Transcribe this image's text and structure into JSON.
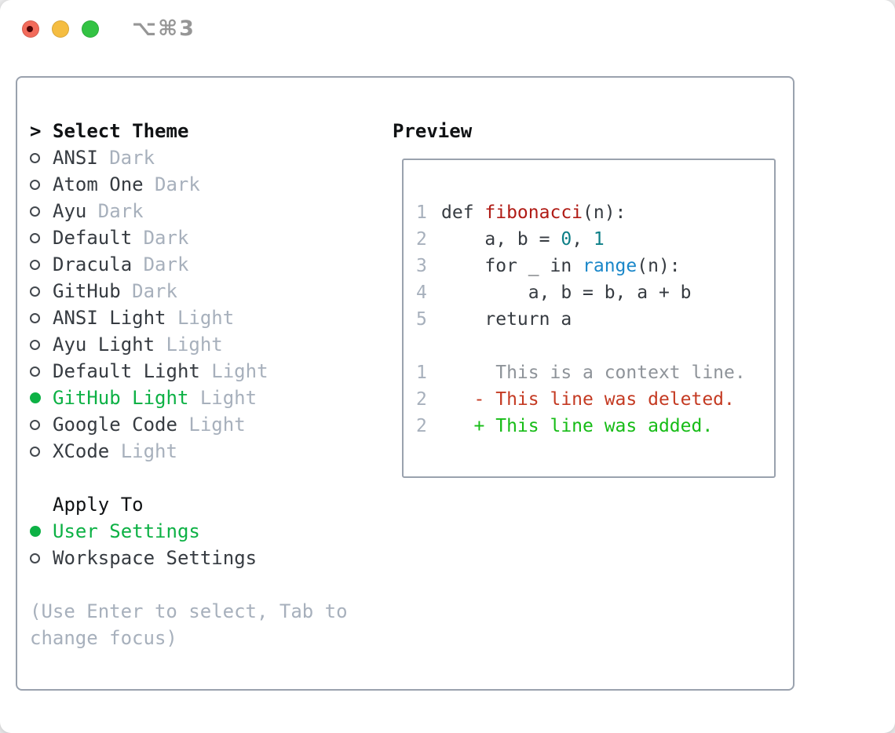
{
  "window": {
    "title": "⌥⌘3"
  },
  "traffic_lights": [
    {
      "name": "close",
      "color": "#f26b5b"
    },
    {
      "name": "minimize",
      "color": "#f5bd41"
    },
    {
      "name": "zoom",
      "color": "#33c343"
    }
  ],
  "theme_picker": {
    "prompt": ">",
    "title": "Select Theme",
    "items": [
      {
        "name": "ANSI",
        "variant": "Dark",
        "selected": false
      },
      {
        "name": "Atom One",
        "variant": "Dark",
        "selected": false
      },
      {
        "name": "Ayu",
        "variant": "Dark",
        "selected": false
      },
      {
        "name": "Default",
        "variant": "Dark",
        "selected": false
      },
      {
        "name": "Dracula",
        "variant": "Dark",
        "selected": false
      },
      {
        "name": "GitHub",
        "variant": "Dark",
        "selected": false
      },
      {
        "name": "ANSI Light",
        "variant": "Light",
        "selected": false
      },
      {
        "name": "Ayu Light",
        "variant": "Light",
        "selected": false
      },
      {
        "name": "Default Light",
        "variant": "Light",
        "selected": false
      },
      {
        "name": "GitHub Light",
        "variant": "Light",
        "selected": true
      },
      {
        "name": "Google Code",
        "variant": "Light",
        "selected": false
      },
      {
        "name": "XCode",
        "variant": "Light",
        "selected": false
      }
    ]
  },
  "apply_to": {
    "title": "Apply To",
    "options": [
      {
        "label": "User Settings",
        "selected": true
      },
      {
        "label": "Workspace Settings",
        "selected": false
      }
    ]
  },
  "hint": {
    "line1": "(Use Enter to select, Tab to",
    "line2": "change focus)"
  },
  "preview": {
    "title": "Preview",
    "code_lines": [
      {
        "num": "1",
        "tokens": [
          {
            "t": "def ",
            "c": "default"
          },
          {
            "t": "fibonacci",
            "c": "function"
          },
          {
            "t": "(n):",
            "c": "default"
          }
        ]
      },
      {
        "num": "2",
        "tokens": [
          {
            "t": "    a, b = ",
            "c": "default"
          },
          {
            "t": "0",
            "c": "number"
          },
          {
            "t": ", ",
            "c": "default"
          },
          {
            "t": "1",
            "c": "number"
          }
        ]
      },
      {
        "num": "3",
        "tokens": [
          {
            "t": "    for _ in ",
            "c": "default"
          },
          {
            "t": "range",
            "c": "builtin"
          },
          {
            "t": "(n):",
            "c": "default"
          }
        ]
      },
      {
        "num": "4",
        "tokens": [
          {
            "t": "        a, b = b, a + b",
            "c": "default"
          }
        ]
      },
      {
        "num": "5",
        "tokens": [
          {
            "t": "    return a",
            "c": "default"
          }
        ]
      }
    ],
    "diff_lines": [
      {
        "num": "1",
        "tokens": [
          {
            "t": "     This is a context line.",
            "c": "context"
          }
        ]
      },
      {
        "num": "2",
        "tokens": [
          {
            "t": "   - This line was deleted.",
            "c": "deleted"
          }
        ]
      },
      {
        "num": "2",
        "tokens": [
          {
            "t": "   + This line was added.",
            "c": "added"
          }
        ]
      }
    ]
  },
  "colors": {
    "selected_green": "#0db145",
    "added_green": "#16bc16",
    "deleted_red": "#c43a22",
    "function_red": "#b01b15",
    "number_teal": "#0d7f87",
    "builtin_blue": "#1a87c9",
    "text_dark": "#363b41",
    "muted_gray": "#a7b0bc",
    "context_gray": "#8e9399",
    "border_gray": "#9aa2ae",
    "title_gray": "#969696",
    "light_red": "#f26b5b",
    "light_red_dot": "#4e0405",
    "light_yellow": "#f5bd41",
    "light_green": "#33c343"
  }
}
